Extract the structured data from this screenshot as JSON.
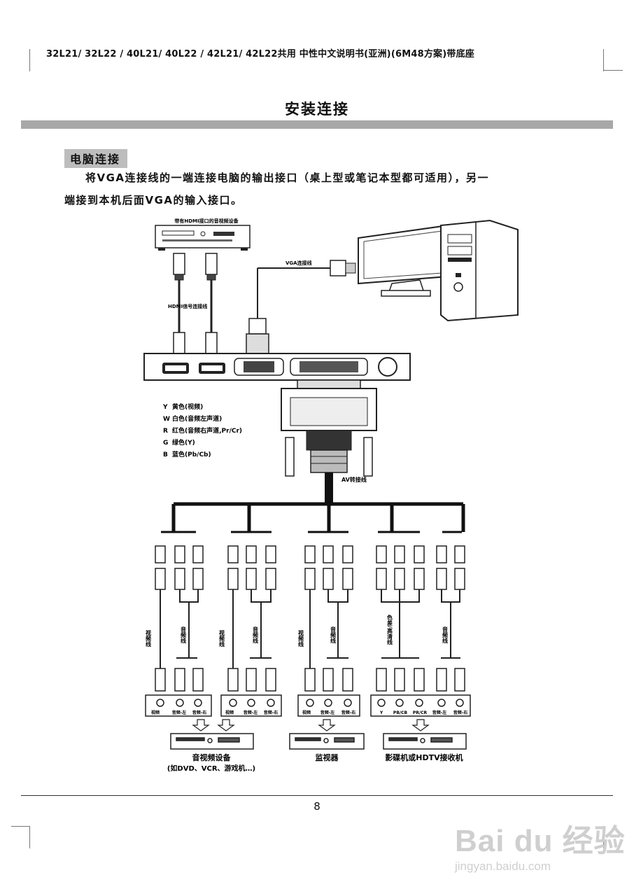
{
  "header": "32L21/ 32L22 / 40L21/ 40L22 / 42L21/ 42L22共用  中性中文说明书(亚洲)(6M48方案)带底座",
  "page_title": "安装连接",
  "section": {
    "heading": "电脑连接",
    "line1": "将VGA连接线的一端连接电脑的输出接口（桌上型或笔记本型都可适用），另一",
    "line2": "端接到本机后面VGA的输入接口。"
  },
  "diagram": {
    "hdmi_device": "带有HDMI接口的音视频设备",
    "hdmi_cable": "HDMI信号连接线",
    "vga_cable": "VGA连接线",
    "av_cable": "AV转接线",
    "legend": [
      {
        "letter": "Y",
        "text": "黄色(视频)"
      },
      {
        "letter": "W",
        "text": "白色(音频左声道)"
      },
      {
        "letter": "R",
        "text": "红色(音频右声道,Pr/Cr)"
      },
      {
        "letter": "G",
        "text": "绿色(Y)"
      },
      {
        "letter": "B",
        "text": "蓝色(Pb/Cb)"
      }
    ],
    "cable_labels": {
      "video": "视频线",
      "audio": "音频线",
      "component": "色差/高清线"
    },
    "port_labels": {
      "video": "视频",
      "audio_l": "音频-左",
      "audio_r": "音频-右",
      "y": "Y",
      "pb": "PB/CB",
      "pr": "PR/CR"
    },
    "devices": {
      "av_device_line1": "音视频设备",
      "av_device_line2": "(如DVD、VCR、游戏机…)",
      "monitor": "监视器",
      "hdtv": "影碟机或HDTV接收机"
    }
  },
  "footer": {
    "page_number": "8"
  },
  "watermark": {
    "brand": "Bai du 经验",
    "url": "jingyan.baidu.com"
  }
}
